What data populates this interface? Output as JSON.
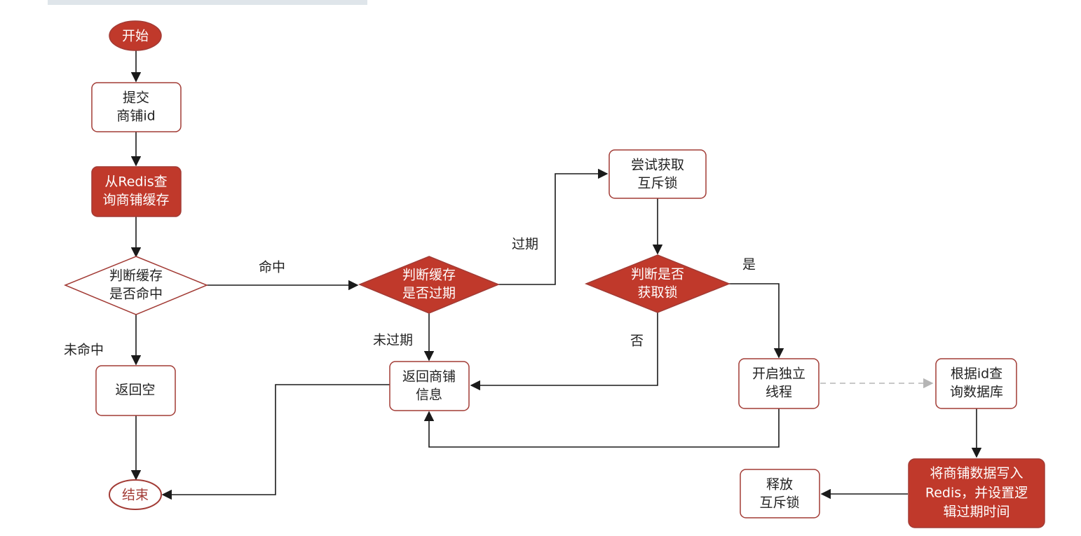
{
  "colors": {
    "accent_red": "#c0392b",
    "outline_red": "#a23b35",
    "edge": "#1a1a1a",
    "dashed_edge": "#b5b5b5"
  },
  "nodes": {
    "start": {
      "label": "开始"
    },
    "submit_id": {
      "line1": "提交",
      "line2": "商铺id"
    },
    "query_redis": {
      "line1": "从Redis查",
      "line2": "询商铺缓存"
    },
    "check_hit": {
      "line1": "判断缓存",
      "line2": "是否命中"
    },
    "return_empty": {
      "label": "返回空"
    },
    "end": {
      "label": "结束"
    },
    "check_expired": {
      "line1": "判断缓存",
      "line2": "是否过期"
    },
    "try_lock": {
      "line1": "尝试获取",
      "line2": "互斥锁"
    },
    "check_lock": {
      "line1": "判断是否",
      "line2": "获取锁"
    },
    "return_info": {
      "line1": "返回商铺",
      "line2": "信息"
    },
    "start_thread": {
      "line1": "开启独立",
      "line2": "线程"
    },
    "query_db": {
      "line1": "根据id查",
      "line2": "询数据库"
    },
    "write_redis": {
      "line1": "将商铺数据写入",
      "line2": "Redis，并设置逻",
      "line3": "辑过期时间"
    },
    "release_lock": {
      "line1": "释放",
      "line2": "互斥锁"
    }
  },
  "edges": {
    "hit": "命中",
    "miss": "未命中",
    "expired": "过期",
    "not_expired": "未过期",
    "yes": "是",
    "no": "否"
  }
}
